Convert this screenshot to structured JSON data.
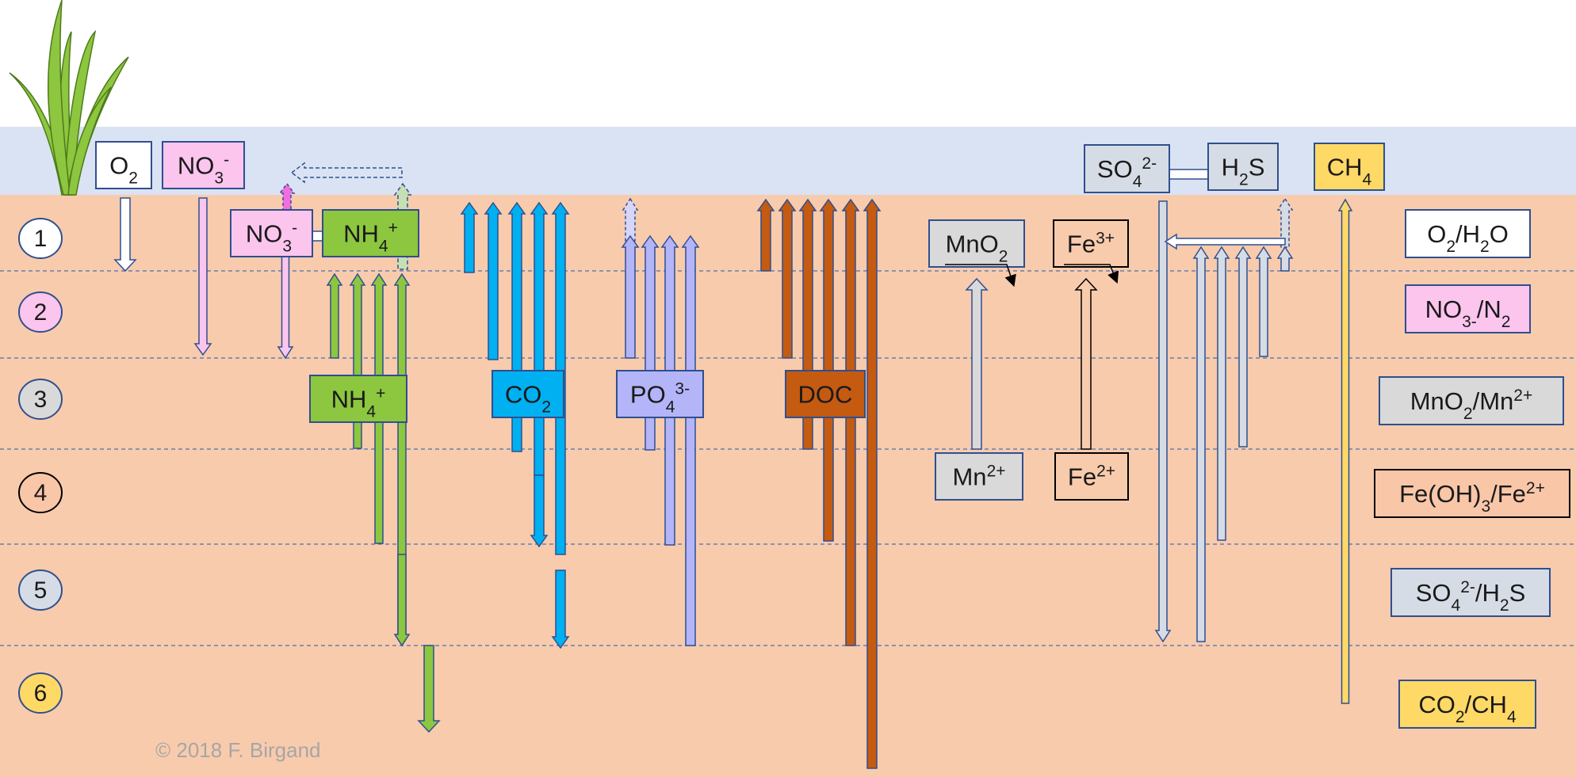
{
  "zone_numbers": [
    "1",
    "2",
    "3",
    "4",
    "5",
    "6"
  ],
  "zone_colors": [
    "#ffffff",
    "#fbc5ee",
    "#d9d9d9",
    "#f9c6a8",
    "#d6dce5",
    "#ffd966"
  ],
  "redox_pairs": [
    {
      "main": "O",
      "sub1": "2",
      "rest": "/H",
      "sub2": "2",
      "tail": "O",
      "fill": "#ffffff",
      "stroke": "#2f4f8f"
    },
    {
      "main": "NO",
      "sub1": "3-",
      "rest": "/N",
      "sub2": "2",
      "tail": "",
      "fill": "#fbc5ee",
      "stroke": "#2f4f8f"
    },
    {
      "main": "MnO",
      "sub1": "2",
      "rest": "/Mn",
      "sup": "2+",
      "fill": "#d9d9d9",
      "stroke": "#2f4f8f"
    },
    {
      "main": "Fe(OH)",
      "sub1": "3",
      "rest": "/Fe",
      "sup": "2+",
      "fill": "#f9c6a8",
      "stroke": "#000000"
    },
    {
      "main": "SO",
      "sub1": "4",
      "sup1": "2-",
      "rest": "/H",
      "sub2": "2",
      "tail": "S",
      "fill": "#d6dce5",
      "stroke": "#2f4f8f"
    },
    {
      "main": "CO",
      "sub1": "2",
      "rest": "/CH",
      "sub2": "4",
      "tail": "",
      "fill": "#ffd966",
      "stroke": "#2f4f8f"
    }
  ],
  "species": {
    "o2_top": {
      "main": "O",
      "sub": "2"
    },
    "no3_top": {
      "main": "NO",
      "sub": "3",
      "sup": "-"
    },
    "no3_zone1": {
      "main": "NO",
      "sub": "3",
      "sup": "-"
    },
    "nh4_zone1": {
      "main": "NH",
      "sub": "4",
      "sup": "+"
    },
    "nh4_source": {
      "main": "NH",
      "sub": "4",
      "sup": "+"
    },
    "co2_source": {
      "main": "CO",
      "sub": "2"
    },
    "po4_source": {
      "main": "PO",
      "sub": "4",
      "sup": "3-"
    },
    "doc_source": {
      "main": "DOC"
    },
    "mno2": {
      "main": "MnO",
      "sub": "2"
    },
    "mn2": {
      "main": "Mn",
      "sup": "2+"
    },
    "fe3": {
      "main": "Fe",
      "sup": "3+"
    },
    "fe2": {
      "main": "Fe",
      "sup": "2+"
    },
    "so4_top": {
      "main": "SO",
      "sub": "4",
      "sup": "2-"
    },
    "h2s_top": {
      "main": "H",
      "sub": "2",
      "tail": "S"
    },
    "ch4_top": {
      "main": "CH",
      "sub": "4"
    }
  },
  "colors": {
    "water": "#dae3f3",
    "sediment": "#f8cbad",
    "nitrogen_green": "#8dc63f",
    "co2_blue": "#00b0f0",
    "phosphate_lavender": "#b4b4f8",
    "doc_brown": "#c55a11",
    "sulfate_gray": "#d6dce5",
    "methane_yellow": "#ffd966",
    "nitrate_pink": "#fbc5ee",
    "outline_navy": "#2f4f8f"
  },
  "icons": [
    "plant-grass-icon"
  ],
  "copyright": "© 2018 F. Birgand"
}
